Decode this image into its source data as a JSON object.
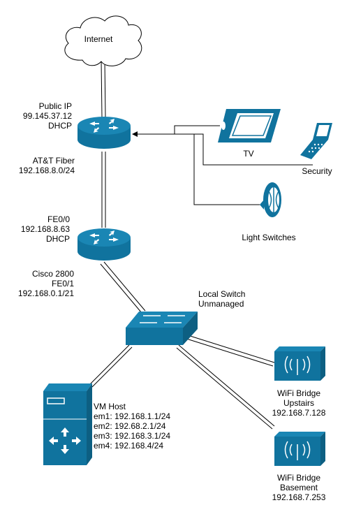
{
  "nodes": {
    "internet": {
      "label": "Internet"
    },
    "att_router": {
      "lines": [
        "Public IP",
        "99.145.37.12",
        "DHCP"
      ]
    },
    "att_link": {
      "lines": [
        "AT&T Fiber",
        "192.168.8.0/24"
      ]
    },
    "cisco_wan": {
      "lines": [
        "FE0/0",
        "192.168.8.63",
        "DHCP"
      ]
    },
    "cisco_lan": {
      "lines": [
        "Cisco 2800",
        "FE0/1",
        "192.168.0.1/21"
      ]
    },
    "switch": {
      "lines": [
        "Local Switch",
        "Unmanaged"
      ]
    },
    "vm_host": {
      "lines": [
        "VM Host",
        "em1: 192.168.1.1/24",
        "em2: 192.68.2.1/24",
        "em3: 192.168.3.1/24",
        "em4: 192.168.4/24"
      ]
    },
    "tv": {
      "label": "TV"
    },
    "security": {
      "label": "Security"
    },
    "light_switches": {
      "label": "Light Switches"
    },
    "wifi_upstairs": {
      "lines": [
        "WiFi Bridge",
        "Upstairs",
        "192.168.7.128"
      ]
    },
    "wifi_basement": {
      "lines": [
        "WiFi Bridge",
        "Basement",
        "192.168.7.253"
      ]
    }
  },
  "colors": {
    "device_blue": "#10739E",
    "device_top": "#1A86B4",
    "line": "#000000"
  }
}
